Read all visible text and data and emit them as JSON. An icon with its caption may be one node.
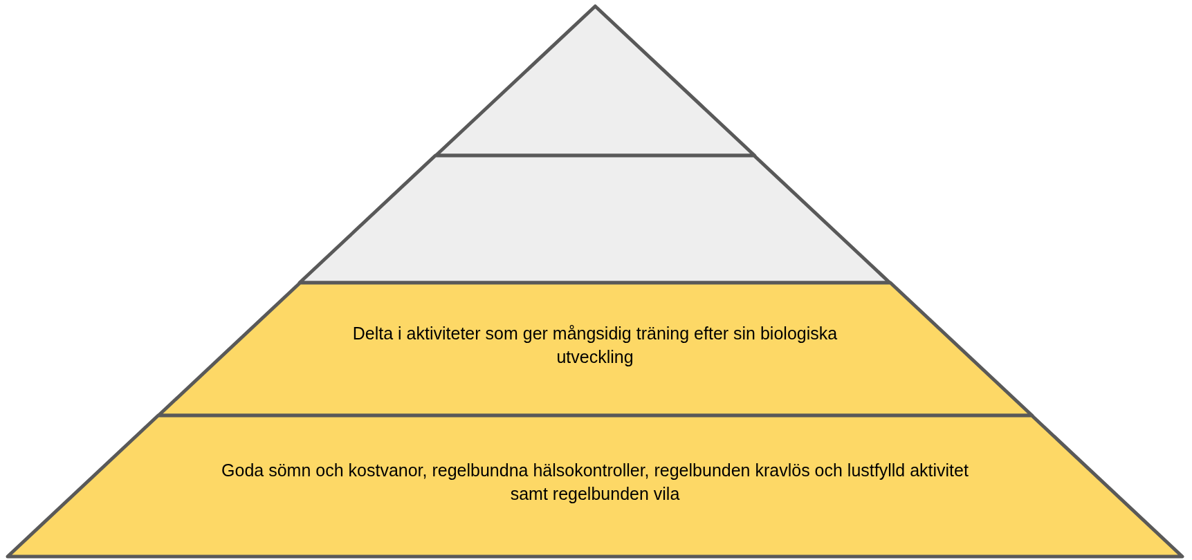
{
  "diagram": {
    "nodes": [
      {
        "text": [],
        "shape": "triangle"
      },
      {
        "text": [],
        "shape": "trapezoid"
      },
      {
        "text": [
          "Delta i aktiviteter som ger mångsidig träning efter sin biologiska utveckling"
        ]
      },
      {
        "text": [
          "Goda sömn och kostvanor, regelbundna hälsokontroller, regelbunden kravlös och lustfylld aktivitet samt regelbunden vila"
        ]
      }
    ]
  }
}
